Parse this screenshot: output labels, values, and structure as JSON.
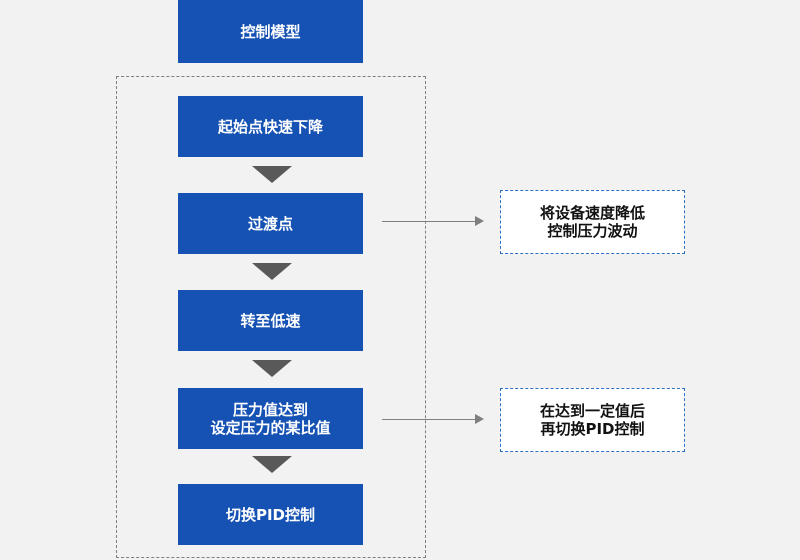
{
  "diagram": {
    "top_box": "控制模型",
    "steps": [
      "起始点快速下降",
      "过渡点",
      "转至低速",
      "压力值达到设定压力的某比值",
      "切换PID控制"
    ],
    "step_lines": {
      "step4_line1": "压力值达到",
      "step4_line2": "设定压力的某比值"
    },
    "notes": [
      {
        "line1": "将设备速度降低",
        "line2": "控制压力波动"
      },
      {
        "line1": "在达到一定值后",
        "line2": "再切换PID控制"
      }
    ]
  },
  "colors": {
    "box_fill": "#1552b3",
    "arrow": "#595959",
    "note_border": "#2e6fc6",
    "group_border": "#7f7f7f"
  }
}
